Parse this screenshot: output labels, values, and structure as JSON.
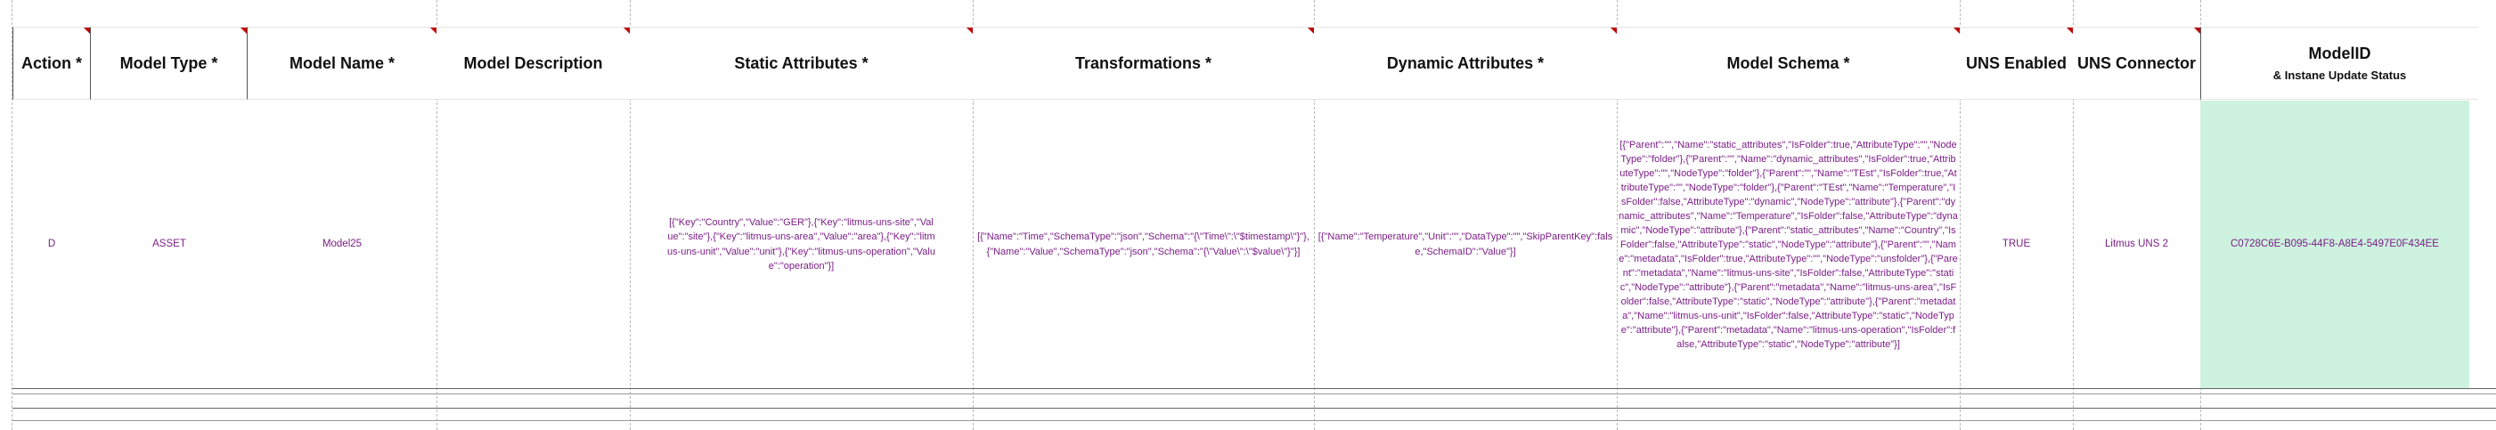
{
  "headers": {
    "action": "Action *",
    "model_type": "Model Type *",
    "model_name": "Model Name *",
    "model_description": "Model Description",
    "static_attributes": "Static Attributes *",
    "transformations": "Transformations *",
    "dynamic_attributes": "Dynamic Attributes *",
    "model_schema": "Model Schema *",
    "uns_enabled": "UNS Enabled",
    "uns_connector": "UNS Connector",
    "model_id": "ModelID",
    "model_id_sub": "& Instane Update Status"
  },
  "row": {
    "action": "D",
    "model_type": "ASSET",
    "model_name": "Model25",
    "model_description": "",
    "static_attributes": "[{\"Key\":\"Country\",\"Value\":\"GER\"},{\"Key\":\"litmus-uns-site\",\"Value\":\"site\"},{\"Key\":\"litmus-uns-area\",\"Value\":\"area\"},{\"Key\":\"litmus-uns-unit\",\"Value\":\"unit\"},{\"Key\":\"litmus-uns-operation\",\"Value\":\"operation\"}]",
    "transformations": "[{\"Name\":\"Time\",\"SchemaType\":\"json\",\"Schema\":\"{\\\"Time\\\":\\\"$timestamp\\\"}\"},{\"Name\":\"Value\",\"SchemaType\":\"json\",\"Schema\":\"{\\\"Value\\\":\\\"$value\\\"}\"}]",
    "dynamic_attributes": "[{\"Name\":\"Temperature\",\"Unit\":\"\",\"DataType\":\"\",\"SkipParentKey\":false,\"SchemaID\":\"Value\"}]",
    "model_schema": "[{\"Parent\":\"\",\"Name\":\"static_attributes\",\"IsFolder\":true,\"AttributeType\":\"\",\"NodeType\":\"folder\"},{\"Parent\":\"\",\"Name\":\"dynamic_attributes\",\"IsFolder\":true,\"AttributeType\":\"\",\"NodeType\":\"folder\"},{\"Parent\":\"\",\"Name\":\"TEst\",\"IsFolder\":true,\"AttributeType\":\"\",\"NodeType\":\"folder\"},{\"Parent\":\"TEst\",\"Name\":\"Temperature\",\"IsFolder\":false,\"AttributeType\":\"dynamic\",\"NodeType\":\"attribute\"},{\"Parent\":\"dynamic_attributes\",\"Name\":\"Temperature\",\"IsFolder\":false,\"AttributeType\":\"dynamic\",\"NodeType\":\"attribute\"},{\"Parent\":\"static_attributes\",\"Name\":\"Country\",\"IsFolder\":false,\"AttributeType\":\"static\",\"NodeType\":\"attribute\"},{\"Parent\":\"\",\"Name\":\"metadata\",\"IsFolder\":true,\"AttributeType\":\"\",\"NodeType\":\"unsfolder\"},{\"Parent\":\"metadata\",\"Name\":\"litmus-uns-site\",\"IsFolder\":false,\"AttributeType\":\"static\",\"NodeType\":\"attribute\"},{\"Parent\":\"metadata\",\"Name\":\"litmus-uns-area\",\"IsFolder\":false,\"AttributeType\":\"static\",\"NodeType\":\"attribute\"},{\"Parent\":\"metadata\",\"Name\":\"litmus-uns-unit\",\"IsFolder\":false,\"AttributeType\":\"static\",\"NodeType\":\"attribute\"},{\"Parent\":\"metadata\",\"Name\":\"litmus-uns-operation\",\"IsFolder\":false,\"AttributeType\":\"static\",\"NodeType\":\"attribute\"}]",
    "uns_enabled": "TRUE",
    "uns_connector": "Litmus UNS 2",
    "model_id": "C0728C6E-B095-44F8-A8E4-5497E0F434EE"
  },
  "colors": {
    "cell_text": "#7b1e86",
    "model_id_fill": "#cdf2df",
    "comment_marker": "#c00000"
  }
}
